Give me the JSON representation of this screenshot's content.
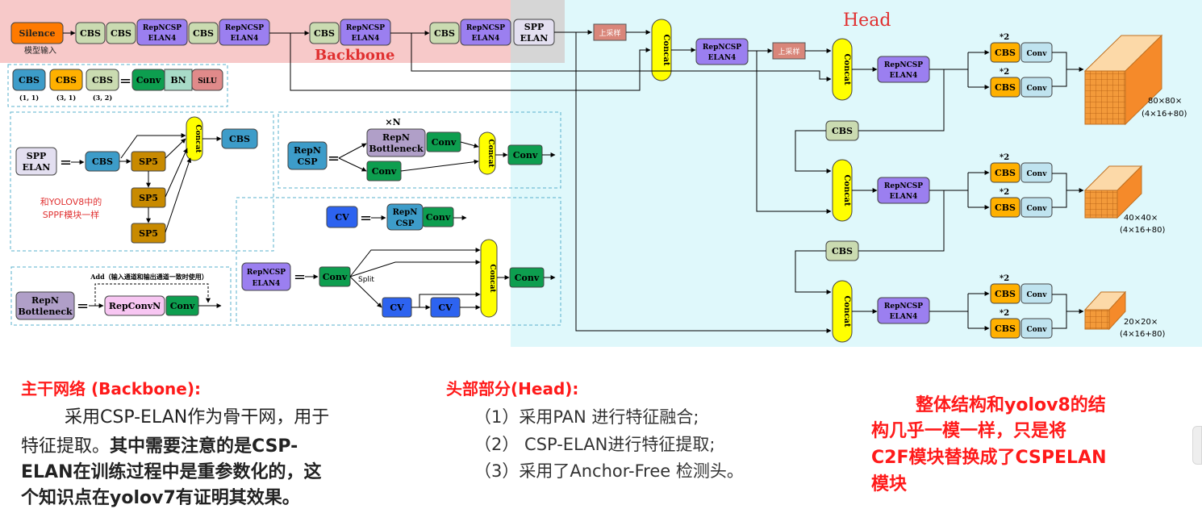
{
  "top": {
    "input": "Silence",
    "input_caption": "模型输入",
    "cbs": "CBS",
    "repncsp1": "RepNCSP",
    "repncsp2": "ELAN4",
    "spp1": "SPP",
    "spp2": "ELAN",
    "backbone_label": "Backbone",
    "head_label": "Head",
    "upsample": "上采样",
    "concat": "Concat"
  },
  "legend": {
    "cbs": "CBS",
    "k1": "(1, 1)",
    "k2": "(3, 1)",
    "k3": "(3, 2)",
    "eq": "=",
    "conv": "Conv",
    "bn": "BN",
    "silu": "SiLU"
  },
  "spp_box": {
    "spp1": "SPP",
    "spp2": "ELAN",
    "cbs": "CBS",
    "sp5": "SP5",
    "concat": "Concat",
    "note1": "和YOLOV8中的",
    "note2": "SPPF模块一样"
  },
  "repncsp_box": {
    "n": "×N",
    "a1": "RepN",
    "a2": "CSP",
    "b1": "RepN",
    "b2": "Bottleneck",
    "conv": "Conv",
    "concat": "Concat"
  },
  "cv_box": {
    "cv": "CV",
    "eq": "=",
    "r1": "RepN",
    "r2": "CSP",
    "conv": "Conv",
    "e1": "RepNCSP",
    "e2": "ELAN4",
    "split": "Split",
    "concat": "Concat"
  },
  "bottleneck_box": {
    "add": "Add（输入通道和输出通道一致时使用）",
    "b1": "RepN",
    "b2": "Bottleneck",
    "rep": "RepConvN",
    "conv": "Conv"
  },
  "head_out": {
    "mult": "*2",
    "cbs": "CBS",
    "conv": "Conv",
    "o1a": "80×80×",
    "o1b": "(4×16+80)",
    "o2a": "40×40×",
    "o2b": "(4×16+80)",
    "o3a": "20×20×",
    "o3b": "(4×16+80)"
  },
  "text": {
    "backbone_title": "主干网络 (Backbone):",
    "backbone_l1": "采用CSP-ELAN作为骨干网，用于",
    "backbone_l2a": "特征提取。",
    "backbone_l2b": "其中需要注意的是CSP-",
    "backbone_l3": "ELAN在训练过程中是重参数化的，这",
    "backbone_l4": "个知识点在yolov7有证明其效果。",
    "head_title": "头部部分(Head):",
    "head_l1": "（1）采用PAN 进行特征融合;",
    "head_l2": "（2） CSP-ELAN进行特征提取;",
    "head_l3": "（3）采用了Anchor-Free 检测头。",
    "summary_l1": "整体结构和yolov8的结",
    "summary_l2": "构几乎一模一样，只是将",
    "summary_l3": "C2F模块替换成了CSPELAN",
    "summary_l4": "模块"
  },
  "colors": {
    "backbone_bg": "#f7c9c9",
    "head_bg": "#dff8fb",
    "cbs_green": "#cadbb1",
    "repncsp_purple": "#9b7ff0",
    "concat_yellow": "#ffff00",
    "conv_green": "#0d9e4f",
    "cbs_orange": "#ffb000",
    "cv_blue": "#2d63f0",
    "silence_orange": "#ff7a00",
    "title_red": "#ff1a1a"
  }
}
